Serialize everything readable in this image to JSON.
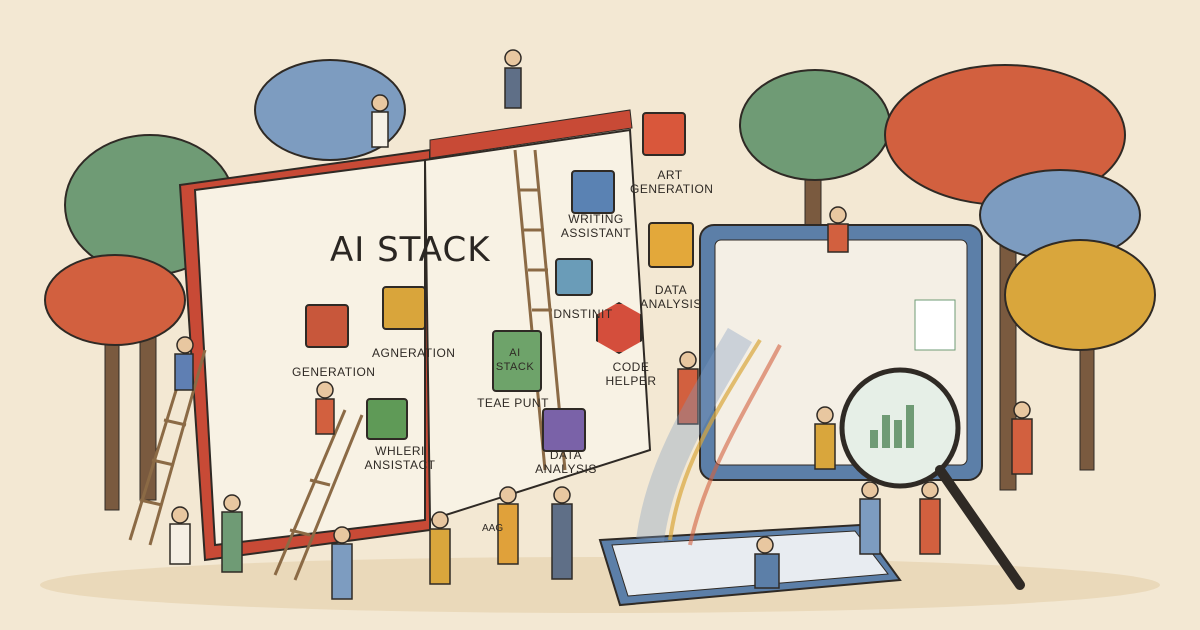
{
  "book": {
    "title": "AI STACK"
  },
  "tiles": [
    {
      "label": "GENERATION",
      "color": "#c8573b"
    },
    {
      "label": "AGNERATION",
      "color": "#d9a53b"
    },
    {
      "label": "WHLERI ANSISTACT",
      "color": "#5f9a57"
    },
    {
      "label": "WRITING ASSISTANT",
      "color": "#5a82b3"
    },
    {
      "label": "DNSTINIT",
      "color": "#6a9cb8"
    },
    {
      "label": "AI STACK",
      "color": "#6ea36a"
    },
    {
      "label": "TEAE PUNT",
      "color": "#d7d3c7"
    },
    {
      "label": "DATA ANALYSIS",
      "color": "#7a62a8"
    },
    {
      "label": "CODE HELPER",
      "color": "#d44e3c"
    },
    {
      "label": "ART GENERATION",
      "color": "#d9573b"
    },
    {
      "label": "DATA ANALYSIS",
      "color": "#e3a83a"
    }
  ],
  "extra_text": [
    "AAG"
  ],
  "colors": {
    "background": "#f3e8d3",
    "tree_green": "#6f9b75",
    "tree_red": "#d2603f",
    "tree_blue": "#7d9cc0",
    "tree_yellow": "#d9a63c",
    "book_cover": "#c84a36",
    "outline": "#2f2a25"
  }
}
